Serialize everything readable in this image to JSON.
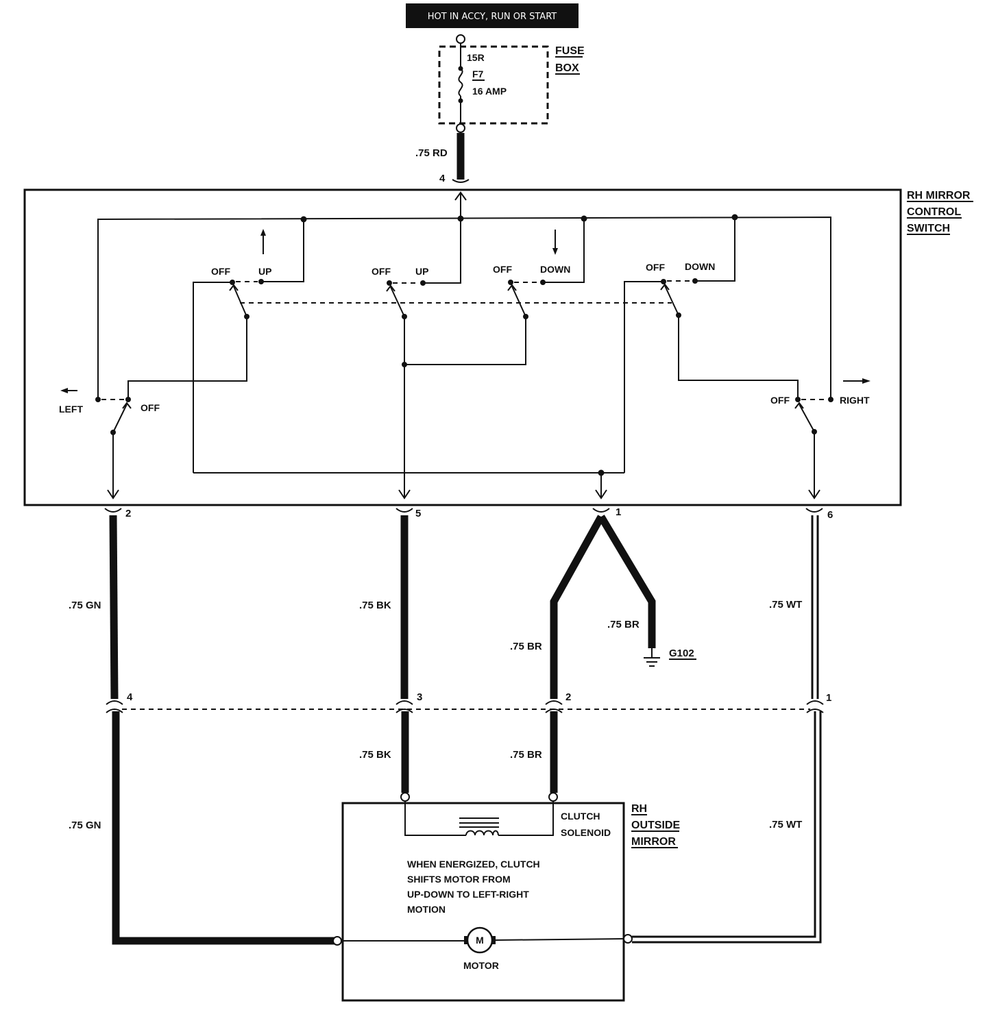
{
  "banner": "HOT IN ACCY, RUN OR START",
  "fuse_box": {
    "title_line1": "FUSE",
    "title_line2": "BOX",
    "circuit": "15R",
    "fuse_id": "F7",
    "fuse_rating": "16 AMP"
  },
  "switch": {
    "title_line1": "RH MIRROR",
    "title_line2": "CONTROL",
    "title_line3": "SWITCH",
    "pin_in": "4",
    "pins_out": [
      "2",
      "5",
      "1",
      "6"
    ],
    "sw1": {
      "off": "OFF",
      "dir": "UP"
    },
    "sw2": {
      "off": "OFF",
      "dir": "UP"
    },
    "sw3": {
      "off": "OFF",
      "dir": "DOWN"
    },
    "sw4": {
      "off": "OFF",
      "dir": "DOWN"
    },
    "left": {
      "dir": "LEFT",
      "off": "OFF"
    },
    "right": {
      "dir": "RIGHT",
      "off": "OFF"
    }
  },
  "wires": {
    "feed": ".75 RD",
    "gn_upper": ".75 GN",
    "bk_upper": ".75 BK",
    "br_upper": ".75 BR",
    "br_ground": ".75 BR",
    "wt_upper": ".75 WT",
    "bk_lower": ".75 BK",
    "br_lower": ".75 BR",
    "gn_lower": ".75 GN",
    "wt_lower": ".75 WT"
  },
  "ground": "G102",
  "connector_pins": [
    "4",
    "3",
    "2",
    "1"
  ],
  "mirror": {
    "title_line1": "RH",
    "title_line2": "OUTSIDE",
    "title_line3": "MIRROR",
    "clutch_line1": "CLUTCH",
    "clutch_line2": "SOLENOID",
    "note_line1": "WHEN ENERGIZED, CLUTCH",
    "note_line2": "SHIFTS MOTOR FROM",
    "note_line3": "UP-DOWN TO LEFT-RIGHT",
    "note_line4": "MOTION",
    "motor_symbol": "M",
    "motor_label": "MOTOR"
  }
}
